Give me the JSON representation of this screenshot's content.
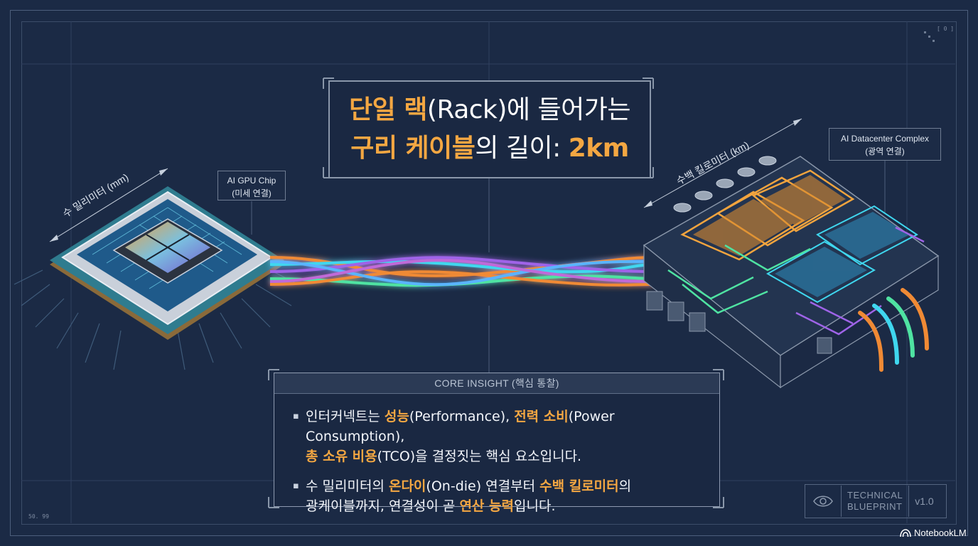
{
  "title": {
    "line1_highlight": "단일 랙",
    "line1_rest": "(Rack)에 들어가는",
    "line2_highlight": "구리 케이블",
    "line2_mid": "의 길이: ",
    "line2_value": "2km"
  },
  "left": {
    "dimension": "수 밀리미터 (mm)",
    "label_line1": "AI GPU Chip",
    "label_line2": "(미세 연결)"
  },
  "right": {
    "dimension": "수백 킬로미터 (km)",
    "label_line1": "AI Datacenter Complex",
    "label_line2": "(광역 연결)"
  },
  "insight": {
    "header": "CORE INSIGHT (핵심 통찰)",
    "b1_p1": "인터커넥트는 ",
    "b1_h1": "성능",
    "b1_p2": "(Performance), ",
    "b1_h2": "전력 소비",
    "b1_p3": "(Power Consumption),",
    "b1_h3": "총 소유 비용",
    "b1_p4": "(TCO)을 결정짓는 핵심 요소입니다.",
    "b2_p1": "수 밀리미터의 ",
    "b2_h1": "온다이",
    "b2_p2": "(On-die) 연결부터 ",
    "b2_h2": "수백 킬로미터",
    "b2_p3": "의",
    "b2_p4": "광케이블까지, 연결성이 곧 ",
    "b2_h3": "연산 능력",
    "b2_p5": "입니다."
  },
  "badge": {
    "line1": "TECHNICAL",
    "line2": "BLUEPRINT",
    "version": "v1.0"
  },
  "corner_top": "[ 0 ]",
  "corner_bottom": "50. 99",
  "watermark": "NotebookLM",
  "colors": {
    "background": "#1b2a45",
    "highlight_orange": "#f4a742",
    "cable_orange": "#f08a35",
    "cable_cyan": "#3fd7ef",
    "cable_violet": "#9f64e8",
    "cable_green": "#4fe3a2"
  }
}
